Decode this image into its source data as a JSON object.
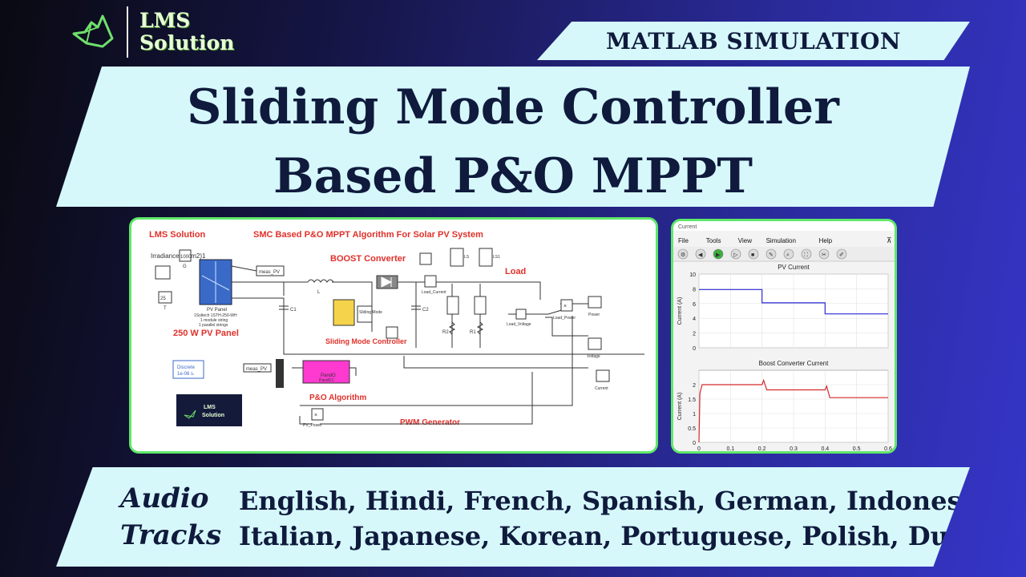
{
  "brand": {
    "line1": "LMS",
    "line2": "Solution",
    "logo_icon": "lms-logo-icon",
    "color": "#e6ffd6"
  },
  "tag": {
    "label": "MATLAB SIMULATION"
  },
  "title": {
    "line1": "Sliding Mode Controller",
    "line2": "Based P&O MPPT"
  },
  "colors": {
    "banner": "#d6f8fb",
    "text": "#0f1a3c",
    "card_border": "#5fe86a",
    "red_label": "#e0302a"
  },
  "model": {
    "brand": "LMS Solution",
    "heading": "SMC Based P&O MPPT Algorithm For Solar PV System",
    "boost": "BOOST Converter",
    "load": "Load",
    "pv_panel_title": "250 W PV Panel",
    "pv_panel": "PV Panel",
    "pv_desc1": "1Soltech 1STH-250-WH",
    "pv_desc2": "1 module string",
    "pv_desc3": "1 parallel strings",
    "irradiance": "Irradiance (W/m2)1",
    "irr_value": "1000",
    "temp_value": "25",
    "g_label": "G",
    "t_label": "T",
    "meas_pv": "meas_PV",
    "meas_pv_in": "meas_PV",
    "inductor": "L",
    "c1": "C1",
    "c2": "C2",
    "r1": "R1",
    "r2": "R2",
    "ls1": "LS1",
    "ls2": "LS",
    "load_current": "Load_Current",
    "load_voltage": "Load_Voltage",
    "load_power": "Load_Power",
    "power": "Power",
    "voltage": "Voltage",
    "current": "Current",
    "sliding_mode": "Sliding Mode",
    "smc_title": "Sliding Mode Controller",
    "po_title": "P&O Algorithm",
    "pwm_title": "PWM Generator",
    "discrete1": "Discrete",
    "discrete2": "1e-06 s.",
    "pando": "PandO",
    "pando_sub": "PandO1",
    "pv_power": "PV_Power",
    "logo_line1": "LMS",
    "logo_line2": "Solution"
  },
  "scope": {
    "window_title": "Current",
    "menu": [
      "File",
      "Tools",
      "View",
      "Simulation",
      "Help"
    ],
    "toolbar_icons": [
      "gear-icon",
      "back-icon",
      "run-icon",
      "step-icon",
      "stop-icon",
      "brush-icon",
      "zoom-icon",
      "fit-icon",
      "tools-icon",
      "edit-icon"
    ]
  },
  "chart_data": [
    {
      "type": "line",
      "title": "PV Current",
      "ylabel": "Current (A)",
      "xlabel": "",
      "ylim": [
        0,
        10
      ],
      "xlim": [
        0,
        0.6
      ],
      "yticks": [
        "0",
        "2",
        "4",
        "6",
        "8",
        "10"
      ],
      "xticks": [],
      "series": [
        {
          "x": [
            0,
            0.2,
            0.2,
            0.4,
            0.4,
            0.6
          ],
          "values": [
            7.9,
            7.9,
            6.1,
            6.1,
            4.6,
            4.6
          ]
        }
      ]
    },
    {
      "type": "line",
      "title": "Boost Converter Current",
      "ylabel": "Current (A)",
      "xlabel": "",
      "ylim": [
        0,
        2.5
      ],
      "xlim": [
        0,
        0.6
      ],
      "yticks": [
        "0",
        "0.5",
        "1",
        "1.5",
        "2"
      ],
      "xticks": [
        "0",
        "0.1",
        "0.2",
        "0.3",
        "0.4",
        "0.5",
        "0.6"
      ],
      "series": [
        {
          "x": [
            0,
            0.003,
            0.01,
            0.2,
            0.205,
            0.215,
            0.4,
            0.405,
            0.415,
            0.6
          ],
          "values": [
            0,
            1.7,
            2.0,
            2.0,
            2.15,
            1.82,
            1.82,
            1.95,
            1.55,
            1.55
          ]
        }
      ]
    }
  ],
  "audio": {
    "label_line1": "Audio",
    "label_line2": "Tracks",
    "langs_line1": "English, Hindi, French, Spanish, German, Indonesian,",
    "langs_line2": "Italian, Japanese, Korean, Portuguese, Polish, Dutch"
  }
}
